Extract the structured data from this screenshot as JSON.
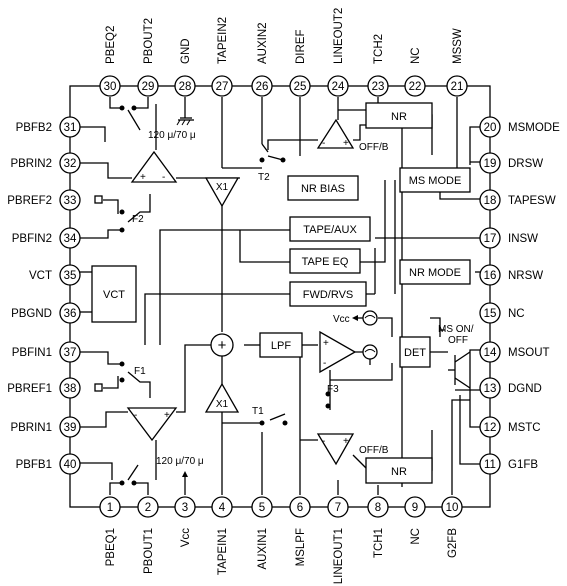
{
  "pins": {
    "top": [
      {
        "num": "30",
        "name": "PBEQ2"
      },
      {
        "num": "29",
        "name": "PBOUT2"
      },
      {
        "num": "28",
        "name": "GND"
      },
      {
        "num": "27",
        "name": "TAPEIN2"
      },
      {
        "num": "26",
        "name": "AUXIN2"
      },
      {
        "num": "25",
        "name": "DIREF"
      },
      {
        "num": "24",
        "name": "LINEOUT2"
      },
      {
        "num": "23",
        "name": "TCH2"
      },
      {
        "num": "22",
        "name": "NC"
      },
      {
        "num": "21",
        "name": "MSSW"
      }
    ],
    "right": [
      {
        "num": "20",
        "name": "MSMODE"
      },
      {
        "num": "19",
        "name": "DRSW"
      },
      {
        "num": "18",
        "name": "TAPESW"
      },
      {
        "num": "17",
        "name": "INSW"
      },
      {
        "num": "16",
        "name": "NRSW"
      },
      {
        "num": "15",
        "name": "NC"
      },
      {
        "num": "14",
        "name": "MSOUT"
      },
      {
        "num": "13",
        "name": "DGND"
      },
      {
        "num": "12",
        "name": "MSTC"
      },
      {
        "num": "11",
        "name": "G1FB"
      }
    ],
    "bottom": [
      {
        "num": "1",
        "name": "PBEQ1"
      },
      {
        "num": "2",
        "name": "PBOUT1"
      },
      {
        "num": "3",
        "name": "Vcc"
      },
      {
        "num": "4",
        "name": "TAPEIN1"
      },
      {
        "num": "5",
        "name": "AUXIN1"
      },
      {
        "num": "6",
        "name": "MSLPF"
      },
      {
        "num": "7",
        "name": "LINEOUT1"
      },
      {
        "num": "8",
        "name": "TCH1"
      },
      {
        "num": "9",
        "name": "NC"
      },
      {
        "num": "10",
        "name": "G2FB"
      }
    ],
    "left": [
      {
        "num": "31",
        "name": "PBFB2"
      },
      {
        "num": "32",
        "name": "PBRIN2"
      },
      {
        "num": "33",
        "name": "PBREF2"
      },
      {
        "num": "34",
        "name": "PBFIN2"
      },
      {
        "num": "35",
        "name": "VCT"
      },
      {
        "num": "36",
        "name": "PBGND"
      },
      {
        "num": "37",
        "name": "PBFIN1"
      },
      {
        "num": "38",
        "name": "PBREF1"
      },
      {
        "num": "39",
        "name": "PBRIN1"
      },
      {
        "num": "40",
        "name": "PBFB1"
      }
    ]
  },
  "blocks": {
    "nr_top": "NR",
    "nr_bottom": "NR",
    "nr_bias": "NR BIAS",
    "tape_aux": "TAPE/AUX",
    "tape_eq": "TAPE EQ",
    "fwd_rvs": "FWD/RVS",
    "ms_mode": "MS MODE",
    "nr_mode": "NR MODE",
    "vct": "VCT",
    "lpf": "LPF",
    "det": "DET"
  },
  "labels": {
    "x1_top": "X1",
    "x1_bottom": "X1",
    "t2": "T2",
    "t1": "T1",
    "f1": "F1",
    "f2": "F2",
    "f3": "F3",
    "off_b_top": "OFF/B",
    "off_b_bottom": "OFF/B",
    "tc_top": "120 μ/70 μ",
    "tc_bottom": "120 μ/70 μ",
    "vcc_internal": "Vcc",
    "ms_on_off_1": "MS ON/",
    "ms_on_off_2": "OFF",
    "plus": "+"
  }
}
